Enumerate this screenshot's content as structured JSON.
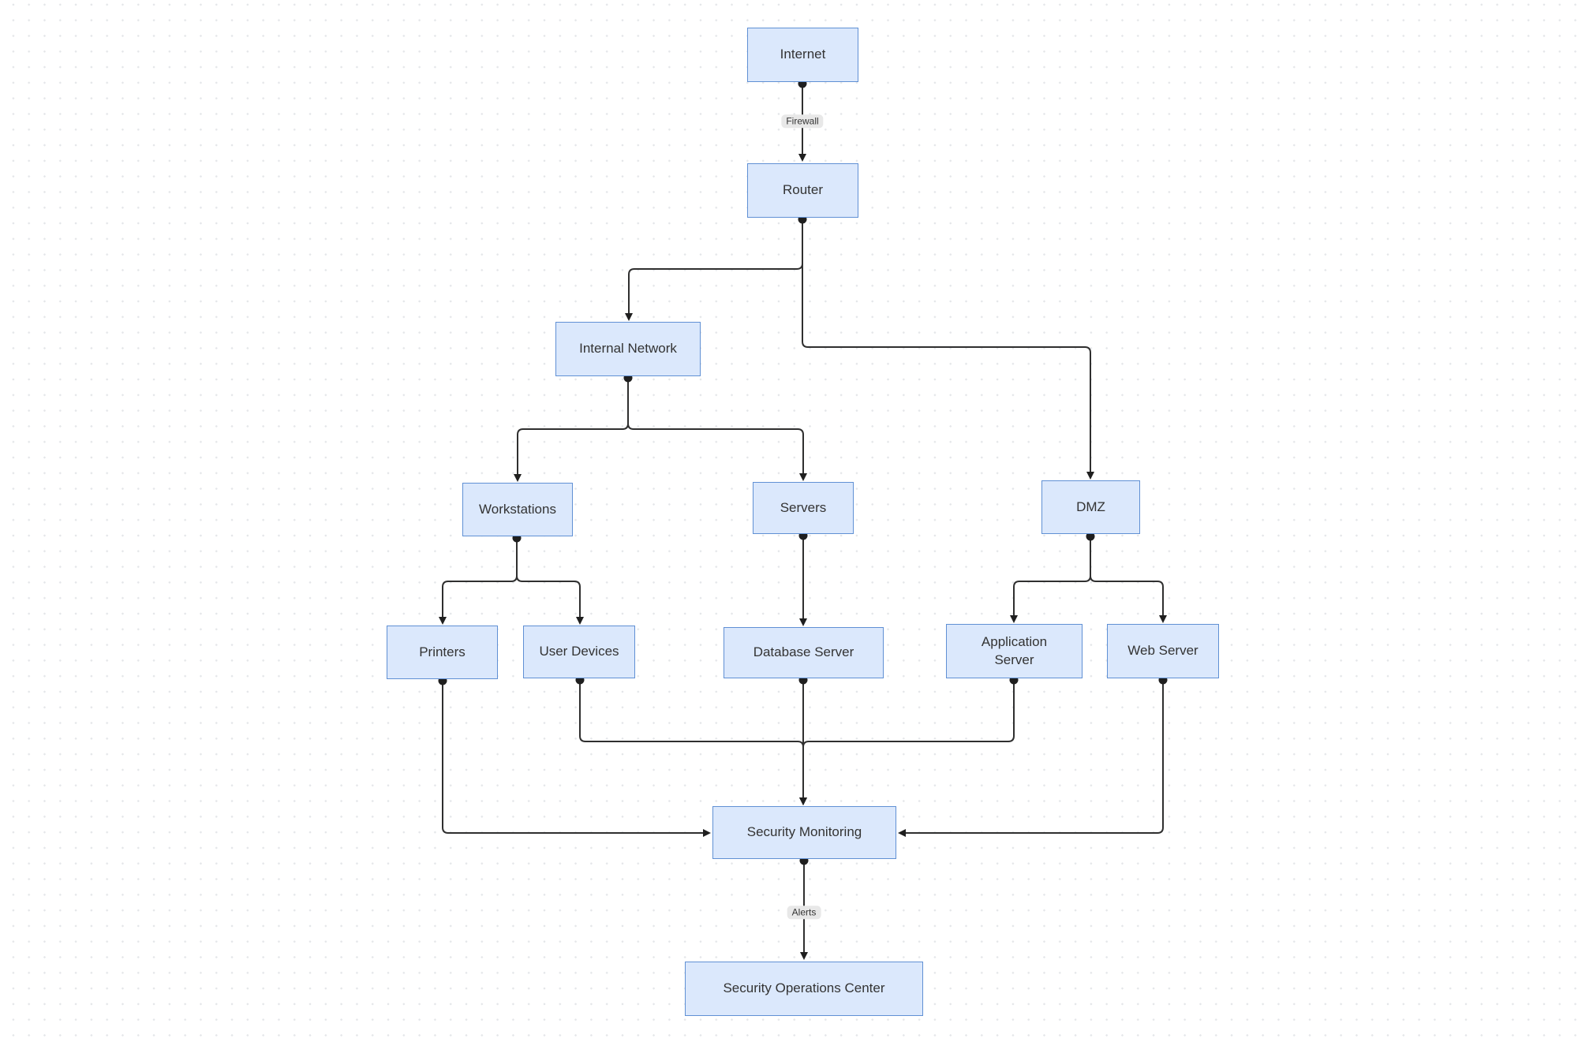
{
  "diagram": {
    "type": "flowchart",
    "direction": "top-down",
    "background": "dot-grid",
    "nodes": {
      "internet": {
        "label": "Internet"
      },
      "router": {
        "label": "Router"
      },
      "internal_network": {
        "label": "Internal Network"
      },
      "workstations": {
        "label": "Workstations"
      },
      "servers": {
        "label": "Servers"
      },
      "dmz": {
        "label": "DMZ"
      },
      "printers": {
        "label": "Printers"
      },
      "user_devices": {
        "label": "User Devices"
      },
      "database_server": {
        "label": "Database Server"
      },
      "application_server": {
        "label": "Application Server"
      },
      "web_server": {
        "label": "Web Server"
      },
      "security_monitoring": {
        "label": "Security Monitoring"
      },
      "security_operations_center": {
        "label": "Security Operations Center"
      }
    },
    "edge_labels": {
      "firewall": "Firewall",
      "alerts": "Alerts"
    },
    "edges": [
      {
        "from": "Internet",
        "to": "Router",
        "label": "Firewall"
      },
      {
        "from": "Router",
        "to": "Internal Network",
        "label": ""
      },
      {
        "from": "Router",
        "to": "DMZ",
        "label": ""
      },
      {
        "from": "Internal Network",
        "to": "Workstations",
        "label": ""
      },
      {
        "from": "Internal Network",
        "to": "Servers",
        "label": ""
      },
      {
        "from": "Workstations",
        "to": "Printers",
        "label": ""
      },
      {
        "from": "Workstations",
        "to": "User Devices",
        "label": ""
      },
      {
        "from": "Servers",
        "to": "Database Server",
        "label": ""
      },
      {
        "from": "DMZ",
        "to": "Application Server",
        "label": ""
      },
      {
        "from": "DMZ",
        "to": "Web Server",
        "label": ""
      },
      {
        "from": "Printers",
        "to": "Security Monitoring",
        "label": ""
      },
      {
        "from": "User Devices",
        "to": "Security Monitoring",
        "label": ""
      },
      {
        "from": "Database Server",
        "to": "Security Monitoring",
        "label": ""
      },
      {
        "from": "Application Server",
        "to": "Security Monitoring",
        "label": ""
      },
      {
        "from": "Web Server",
        "to": "Security Monitoring",
        "label": ""
      },
      {
        "from": "Security Monitoring",
        "to": "Security Operations Center",
        "label": "Alerts"
      }
    ],
    "colors": {
      "node_fill": "#dbe8fc",
      "node_border": "#6090d4",
      "edge_stroke": "#2f2f2f",
      "edge_label_bg": "#e8e8e8",
      "text": "#333333",
      "grid_dot": "#e4e6e9"
    }
  }
}
